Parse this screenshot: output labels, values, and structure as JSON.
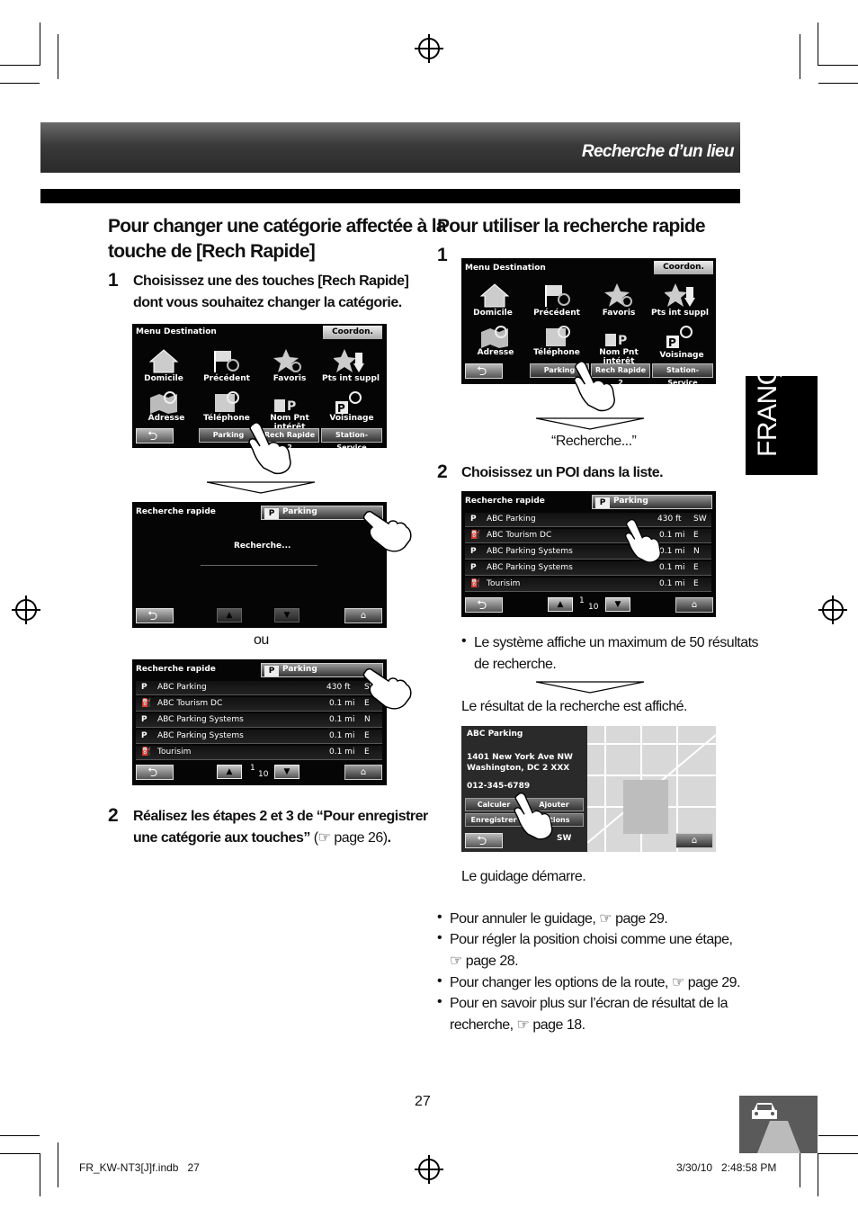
{
  "header": {
    "title": "Recherche d’un lieu"
  },
  "left": {
    "heading": "Pour changer une catégorie affectée à la touche de [Rech Rapide]",
    "heading_line1": "Pour changer une catégorie affectée à la",
    "heading_line2": "touche de [Rech Rapide]",
    "step1_num": "1",
    "step1_line1": "Choisissez une des touches [Rech Rapide]",
    "step1_line2": "dont vous souhaitez changer la catégorie.",
    "or_text": "ou",
    "step2_num": "2",
    "step2_line1": "Réalisez les étapes 2 et 3 de “Pour enregistrer",
    "step2_line2_a": "une catégorie aux touches”",
    "step2_line2_b": " (☞ page 26)",
    "step2_line2_c": "."
  },
  "right": {
    "heading": "Pour utiliser la recherche rapide",
    "step1_num": "1",
    "searching_caption": "“Recherche...”",
    "step2_num": "2",
    "step2_text": "Choisissez un POI dans la liste.",
    "bullet_max_line1": "Le système affiche un maximum de 50 résultats",
    "bullet_max_line2": "de recherche.",
    "result_text": "Le résultat de la recherche est affiché.",
    "guidance_text": "Le guidage démarre.",
    "bullets": [
      {
        "line1": "Pour annuler le guidage, ☞ page 29.",
        "line2": ""
      },
      {
        "line1": "Pour régler la position choisi comme une étape,",
        "line2": "☞ page 28."
      },
      {
        "line1": "Pour changer les options de la route, ☞ page 29.",
        "line2": ""
      },
      {
        "line1": "Pour en savoir plus sur l’écran de résultat de la",
        "line2": "recherche, ☞ page 18."
      }
    ]
  },
  "menu_screen": {
    "title": "Menu Destination",
    "coord_button": "Coordon.",
    "icons": [
      "Domicile",
      "Précédent",
      "Favoris",
      "Pts int suppl",
      "Adresse",
      "Téléphone",
      "Nom Pnt intérêt",
      "Voisinage"
    ],
    "quick_buttons": [
      "Parking",
      "Rech Rapide 2",
      "Station-Service"
    ]
  },
  "search_screen": {
    "title": "Recherche rapide",
    "category_chip": "P",
    "category": "Parking",
    "searching": "Recherche..."
  },
  "results": {
    "rows": [
      {
        "icon": "P",
        "name": "ABC Parking",
        "dist": "430 ft",
        "dir": "SW"
      },
      {
        "icon": "⛽",
        "name": "ABC Tourism DC",
        "dist": "0.1 mi",
        "dir": "E"
      },
      {
        "icon": "P",
        "name": "ABC Parking Systems",
        "dist": "0.1 mi",
        "dir": "N"
      },
      {
        "icon": "P",
        "name": "ABC Parking Systems",
        "dist": "0.1 mi",
        "dir": "E"
      },
      {
        "icon": "⛽",
        "name": "Tourisim",
        "dist": "0.1 mi",
        "dir": "E"
      }
    ],
    "page_current": "1",
    "page_total": "10"
  },
  "map_screen": {
    "place_name": "ABC Parking",
    "address_line1": "1401 New York Ave NW",
    "address_line2": "Washington, DC 2 XXX",
    "phone": "012-345-6789",
    "calc_button": "Calculer",
    "add_button": "Ajouter",
    "save_button": "Enregistrer",
    "options_button": "Options",
    "direction": "SW"
  },
  "language_tab": "FRANÇAIS",
  "page_number": "27",
  "footer": {
    "file": "FR_KW-NT3[J]f.indb   27",
    "datetime": "3/30/10   2:48:58 PM"
  }
}
